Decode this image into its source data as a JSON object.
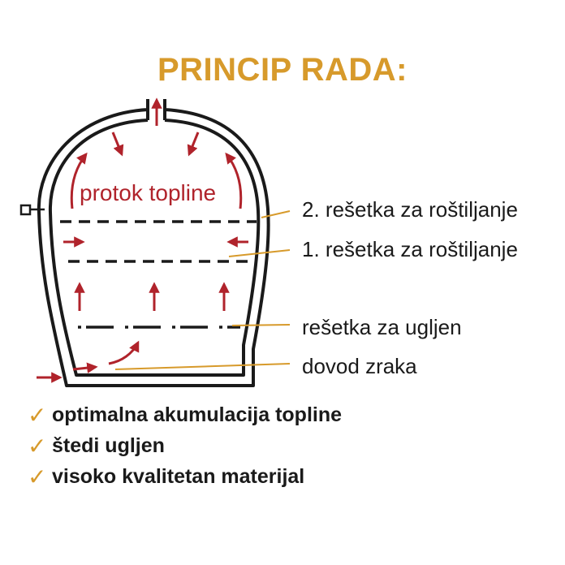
{
  "colors": {
    "title": "#D79A2B",
    "arrow": "#B0232B",
    "line": "#1A1A1A",
    "leader": "#D79A2B",
    "check": "#D79A2B"
  },
  "title": "PRINCIP RADA:",
  "flow_label": "protok topline",
  "callouts": [
    {
      "id": "grate-2",
      "label": "2. rešetka za roštiljanje"
    },
    {
      "id": "grate-1",
      "label": "1. rešetka za roštiljanje"
    },
    {
      "id": "charcoal-grate",
      "label": "rešetka za ugljen"
    },
    {
      "id": "air-inlet",
      "label": "dovod zraka"
    }
  ],
  "benefits": {
    "check_symbol": "✓",
    "items": [
      "optimalna akumulacija topline",
      "štedi ugljen",
      "visoko kvalitetan materijal"
    ]
  }
}
